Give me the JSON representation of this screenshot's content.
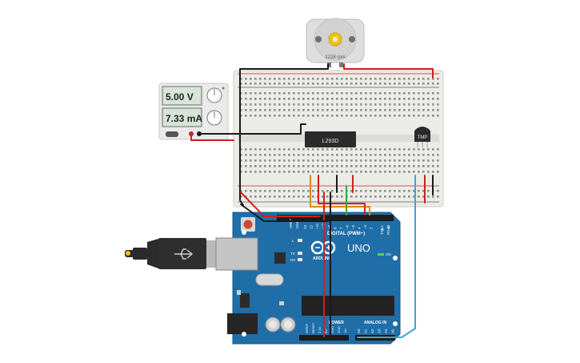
{
  "motor": {
    "rpm_label": "1228 rpm"
  },
  "power_supply": {
    "voltage": "5.00 V",
    "current": "7.33 mA"
  },
  "ic": {
    "label": "L293D"
  },
  "sensor": {
    "label": "TMP"
  },
  "arduino": {
    "brand": "ARDUINO",
    "model": "UNO",
    "on_label": "ON",
    "l_label": "L",
    "tx_label": "TX",
    "rx_label": "RX",
    "aref_label": "AREF",
    "gnd_label": "GND",
    "digital_label": "DIGITAL (PWM~)",
    "power_label": "POWER",
    "analog_label": "ANALOG IN",
    "txd_label": "TX▶1",
    "rxd_label": "RX◀0",
    "digital_pins": [
      "13",
      "12",
      "~11",
      "~10",
      "~9",
      "8",
      "7",
      "~6",
      "~5",
      "4",
      "~3",
      "2"
    ],
    "power_pins": [
      "IOREF",
      "RESET",
      "3.3V",
      "5V",
      "GND",
      "GND",
      "Vin"
    ],
    "analog_pins": [
      "A0",
      "A1",
      "A2",
      "A3",
      "A4",
      "A5"
    ]
  },
  "colors": {
    "board": "#1f6ea8",
    "wire_red": "#d11f1f",
    "wire_black": "#1a1a1a",
    "wire_orange": "#e08a00",
    "wire_green": "#3aa63a",
    "wire_blue": "#3aa6d6",
    "breadboard": "#e9e9e6"
  }
}
